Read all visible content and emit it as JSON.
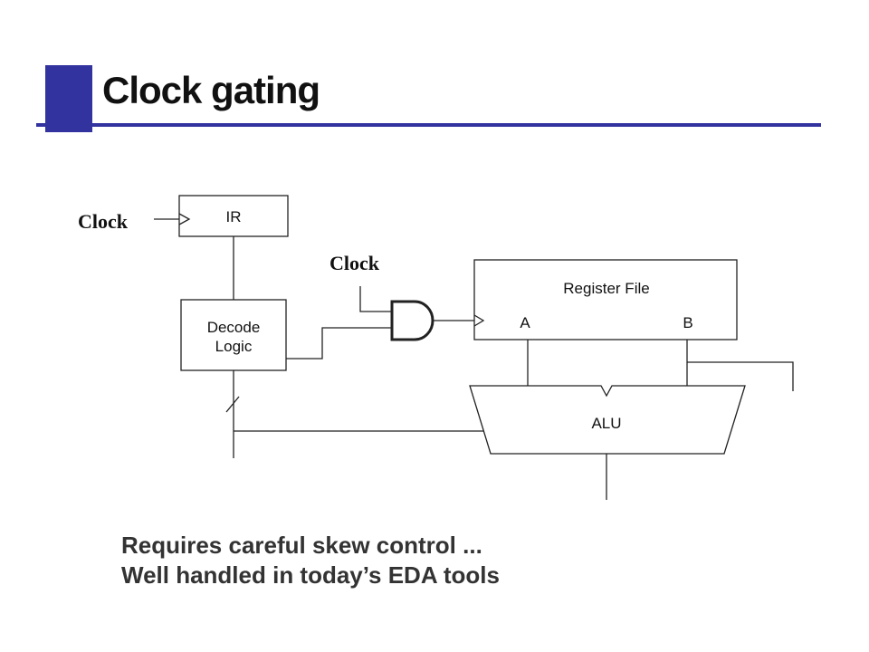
{
  "title": "Clock gating",
  "theme": {
    "accent": "#3333a0",
    "title_text": "#111111",
    "body_text": "#333333",
    "line": "#222222"
  },
  "diagram": {
    "clock_label_ir": "Clock",
    "clock_label_gate": "Clock",
    "ir_label": "IR",
    "decode_label_line1": "Decode",
    "decode_label_line2": "Logic",
    "regfile_label": "Register File",
    "port_a_label": "A",
    "port_b_label": "B",
    "alu_label": "ALU"
  },
  "bullets": [
    "Requires careful skew control ...",
    "Well handled in today’s EDA tools"
  ]
}
